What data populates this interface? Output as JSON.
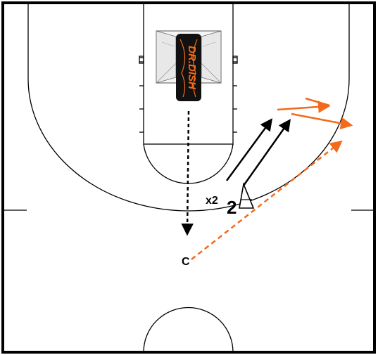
{
  "diagram": {
    "brand_text": "DR.DISH",
    "player_label": "2",
    "reps_label": "x2",
    "coach_label": "C",
    "colors": {
      "court_line": "#000000",
      "pass_arrow": "#f26a1b",
      "cut_arrow": "#000000",
      "machine_body": "#111111",
      "machine_accent": "#f26a1b"
    }
  }
}
